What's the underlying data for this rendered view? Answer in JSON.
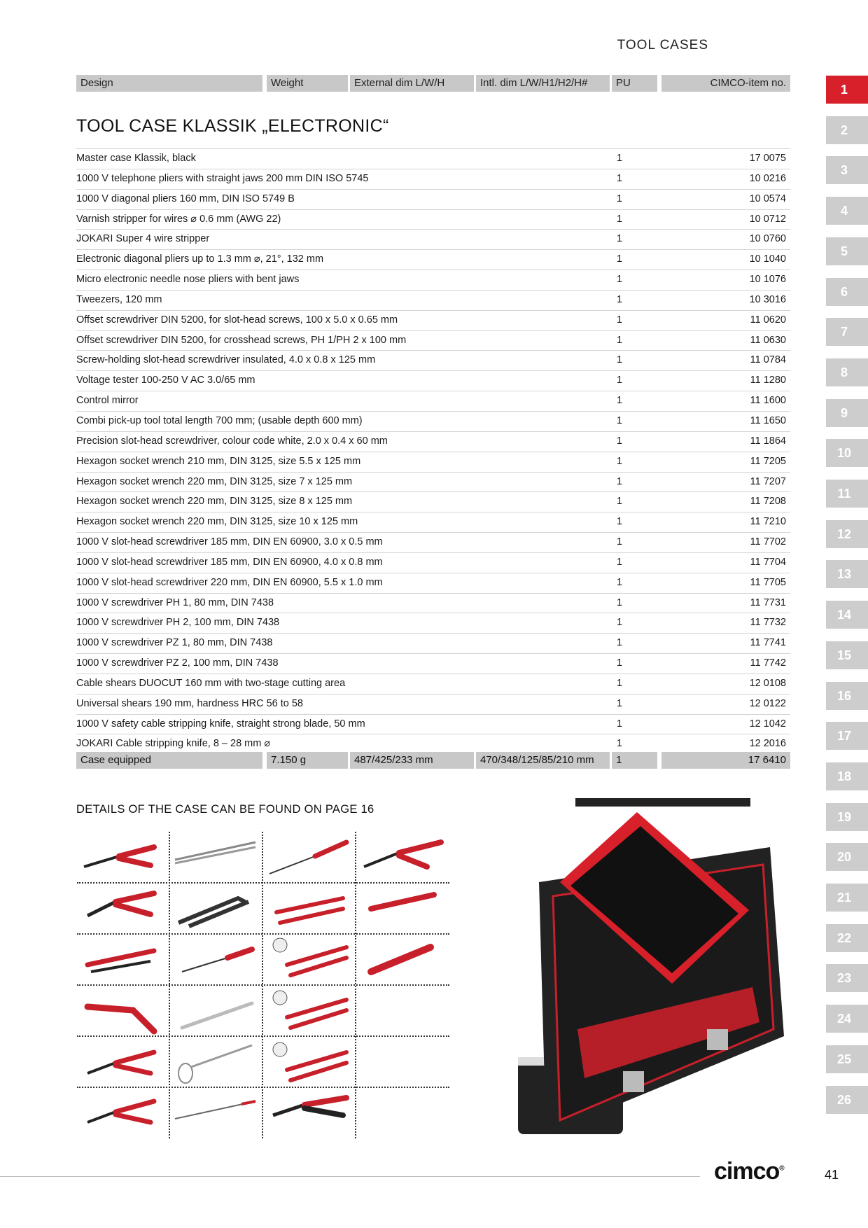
{
  "section_header": "TOOL CASES",
  "columns": [
    "Design",
    "Weight",
    "External dim L/W/H",
    "Intl. dim L/W/H1/H2/H#",
    "PU",
    "CIMCO-item no."
  ],
  "title": "TOOL CASE KLASSIK „ELECTRONIC“",
  "items": [
    {
      "desc": "Master case Klassik, black",
      "pu": "1",
      "no": "17 0075"
    },
    {
      "desc": "1000 V telephone pliers with straight jaws 200 mm DIN ISO 5745",
      "pu": "1",
      "no": "10 0216"
    },
    {
      "desc": "1000 V diagonal pliers 160 mm, DIN ISO 5749 B",
      "pu": "1",
      "no": "10 0574"
    },
    {
      "desc": "Varnish stripper for wires ⌀ 0.6 mm (AWG 22)",
      "pu": "1",
      "no": "10 0712"
    },
    {
      "desc": "JOKARI Super 4 wire stripper",
      "pu": "1",
      "no": "10 0760"
    },
    {
      "desc": "Electronic diagonal pliers up to 1.3 mm ⌀, 21°, 132 mm",
      "pu": "1",
      "no": "10 1040"
    },
    {
      "desc": "Micro electronic needle nose pliers with bent jaws",
      "pu": "1",
      "no": "10 1076"
    },
    {
      "desc": "Tweezers, 120 mm",
      "pu": "1",
      "no": "10 3016"
    },
    {
      "desc": "Offset screwdriver DIN 5200, for slot-head screws, 100 x 5.0 x 0.65 mm",
      "pu": "1",
      "no": "11 0620"
    },
    {
      "desc": "Offset screwdriver DIN 5200, for crosshead screws, PH 1/PH 2 x 100 mm",
      "pu": "1",
      "no": "11 0630"
    },
    {
      "desc": "Screw-holding slot-head screwdriver insulated, 4.0 x 0.8 x 125 mm",
      "pu": "1",
      "no": "11 0784"
    },
    {
      "desc": "Voltage tester 100-250 V AC 3.0/65 mm",
      "pu": "1",
      "no": "11 1280"
    },
    {
      "desc": "Control mirror",
      "pu": "1",
      "no": "11 1600"
    },
    {
      "desc": "Combi pick-up tool total length 700 mm; (usable depth 600 mm)",
      "pu": "1",
      "no": "11 1650"
    },
    {
      "desc": "Precision slot-head screwdriver, colour code white, 2.0 x 0.4 x 60 mm",
      "pu": "1",
      "no": "11 1864"
    },
    {
      "desc": "Hexagon socket wrench 210 mm, DIN 3125, size 5.5 x 125 mm",
      "pu": "1",
      "no": "11 7205"
    },
    {
      "desc": "Hexagon socket wrench 220 mm, DIN 3125, size 7 x 125 mm",
      "pu": "1",
      "no": "11 7207"
    },
    {
      "desc": "Hexagon socket wrench 220 mm, DIN 3125, size 8 x 125 mm",
      "pu": "1",
      "no": "11 7208"
    },
    {
      "desc": "Hexagon socket wrench 220 mm, DIN 3125, size 10 x 125 mm",
      "pu": "1",
      "no": "11 7210"
    },
    {
      "desc": "1000 V slot-head screwdriver 185 mm, DIN EN 60900, 3.0 x 0.5 mm",
      "pu": "1",
      "no": "11 7702"
    },
    {
      "desc": "1000 V slot-head screwdriver 185 mm, DIN EN 60900, 4.0 x 0.8 mm",
      "pu": "1",
      "no": "11 7704"
    },
    {
      "desc": "1000 V slot-head screwdriver 220 mm, DIN EN 60900, 5.5 x 1.0 mm",
      "pu": "1",
      "no": "11 7705"
    },
    {
      "desc": "1000 V screwdriver PH 1, 80 mm, DIN 7438",
      "pu": "1",
      "no": "11 7731"
    },
    {
      "desc": "1000 V screwdriver PH 2, 100 mm, DIN 7438",
      "pu": "1",
      "no": "11 7732"
    },
    {
      "desc": "1000 V screwdriver PZ 1, 80 mm, DIN 7438",
      "pu": "1",
      "no": "11 7741"
    },
    {
      "desc": "1000 V screwdriver PZ 2, 100 mm, DIN 7438",
      "pu": "1",
      "no": "11 7742"
    },
    {
      "desc": "Cable shears DUOCUT 160 mm with two-stage cutting area",
      "pu": "1",
      "no": "12 0108"
    },
    {
      "desc": "Universal shears 190 mm, hardness HRC 56 to 58",
      "pu": "1",
      "no": "12 0122"
    },
    {
      "desc": "1000 V safety cable stripping knife, straight strong blade, 50 mm",
      "pu": "1",
      "no": "12 1042"
    },
    {
      "desc": "JOKARI Cable stripping knife, 8 – 28 mm ⌀",
      "pu": "1",
      "no": "12 2016"
    }
  ],
  "total": {
    "design": "Case equipped",
    "weight": "7.150 g",
    "ext_dim": "487/425/233 mm",
    "int_dim": "470/348/125/85/210 mm",
    "pu": "1",
    "no": "17 6410"
  },
  "details_note": "DETAILS OF THE CASE CAN BE FOUND ON PAGE 16",
  "tabs": [
    "1",
    "2",
    "3",
    "4",
    "5",
    "6",
    "7",
    "8",
    "9",
    "10",
    "11",
    "12",
    "13",
    "14",
    "15",
    "16",
    "17",
    "18",
    "19",
    "20",
    "21",
    "22",
    "23",
    "24",
    "25",
    "26"
  ],
  "active_tab": "1",
  "logo": "cimco",
  "logo_mark": "®",
  "page_number": "41",
  "colors": {
    "accent": "#d8202a",
    "header_gray": "#c8c8c8",
    "tab_gray": "#cdcdcd"
  }
}
